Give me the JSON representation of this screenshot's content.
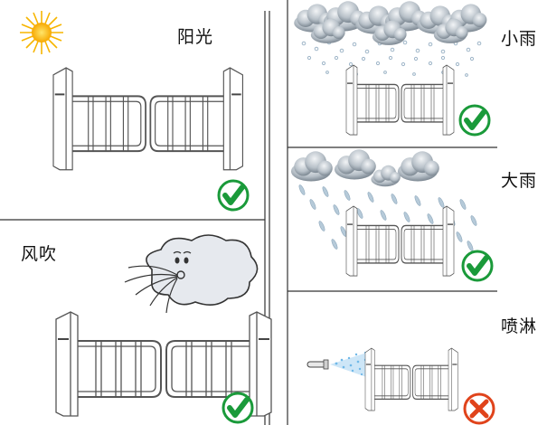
{
  "panels": {
    "sunny": {
      "label": "阳光",
      "icon": "sun-icon",
      "status": "ok",
      "status_icon": "check-icon"
    },
    "windy": {
      "label": "风吹",
      "icon": "wind-cloud-icon",
      "status": "ok",
      "status_icon": "check-icon"
    },
    "light_rain": {
      "label": "小雨",
      "icon": "rain-cloud-icon",
      "status": "ok",
      "status_icon": "check-icon"
    },
    "heavy_rain": {
      "label": "大雨",
      "icon": "storm-cloud-icon",
      "status": "ok",
      "status_icon": "check-icon"
    },
    "spray": {
      "label": "喷淋",
      "icon": "spray-nozzle-icon",
      "status": "fail",
      "status_icon": "cross-icon"
    }
  },
  "colors": {
    "ok": "#1a9a3a",
    "fail": "#e0431b",
    "line": "#333333",
    "sun": "#f7b500",
    "cloud": "#b9c4cc",
    "rain": "#9fb6c8",
    "spray": "#6fb8e8"
  }
}
